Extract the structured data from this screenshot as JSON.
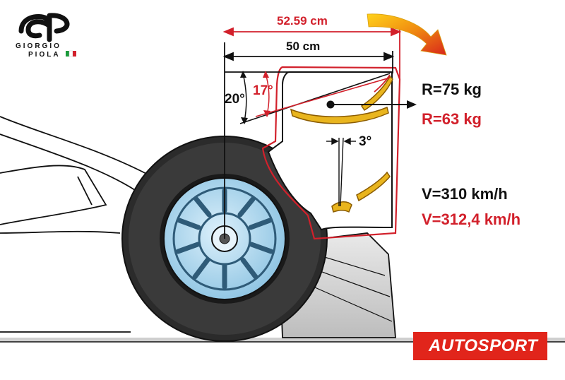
{
  "logo": {
    "line1": "GIORGIO",
    "line2": "PIOLA",
    "flag_colors": [
      "#1a9a3a",
      "#ffffff",
      "#d2202b"
    ]
  },
  "dimensions": {
    "red_width": "52.59 cm",
    "black_width": "50 cm",
    "black_angle": "20°",
    "red_angle": "17°",
    "small_angle": "3°"
  },
  "readouts": {
    "r_black": "R=75 kg",
    "r_red": "R=63 kg",
    "v_black": "V=310 km/h",
    "v_red": "V=312,4 km/h"
  },
  "brand": {
    "name": "AUTOSPORT",
    "color": "#e1251b"
  },
  "colors": {
    "red": "#d2202b",
    "black": "#111111",
    "rim": "#a9d3ea"
  }
}
